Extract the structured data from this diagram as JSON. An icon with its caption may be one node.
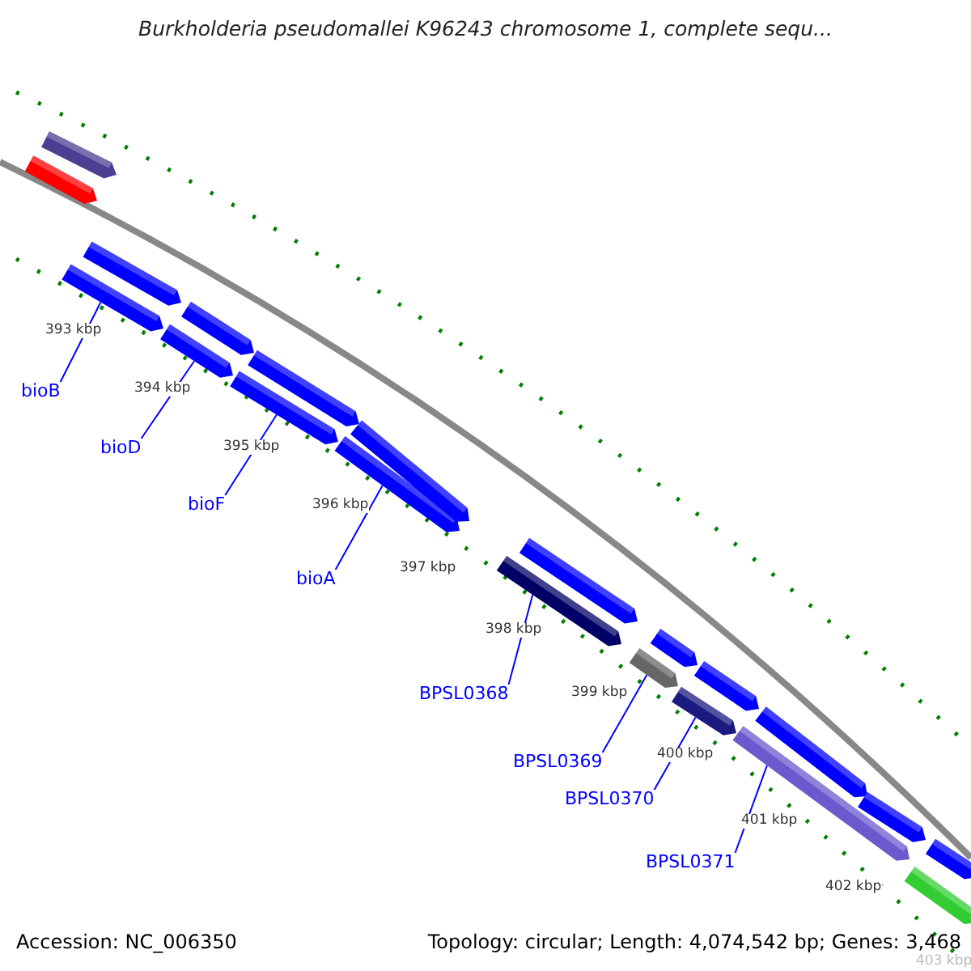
{
  "diagram": {
    "title": "Burkholderia pseudomallei K96243 chromosome 1, complete sequ...",
    "nodes": [
      {
        "text": [
          "bioB"
        ]
      },
      {
        "text": [
          "bioD"
        ]
      },
      {
        "text": [
          "bioF"
        ]
      },
      {
        "text": [
          "bioA"
        ]
      },
      {
        "text": [
          "BPSL0368"
        ]
      },
      {
        "text": [
          "BPSL0369"
        ]
      },
      {
        "text": [
          "BPSL0370"
        ]
      },
      {
        "text": [
          "BPSL0371"
        ]
      },
      {
        "text": [],
        "shape": "bar"
      },
      {
        "text": [],
        "shape": "bar"
      },
      {
        "text": [],
        "shape": "bar"
      },
      {
        "text": [],
        "shape": "bar"
      },
      {
        "text": [],
        "shape": "bar"
      },
      {
        "text": [],
        "shape": "bar"
      },
      {
        "text": [],
        "shape": "bar"
      },
      {
        "text": [],
        "shape": "bar"
      },
      {
        "text": [],
        "shape": "bar"
      },
      {
        "text": [],
        "shape": "bar"
      },
      {
        "text": [],
        "shape": "bar"
      },
      {
        "text": [],
        "shape": "bar"
      },
      {
        "text": [],
        "shape": "bar"
      },
      {
        "text": [],
        "shape": "bar"
      },
      {
        "text": [],
        "shape": "bar"
      },
      {
        "text": [],
        "shape": "bar"
      },
      {
        "text": [],
        "shape": "bar"
      },
      {
        "text": [],
        "shape": "bar"
      },
      {
        "text": [],
        "shape": "bar"
      },
      {
        "text": [],
        "shape": "bar"
      },
      {
        "text": [],
        "shape": "bar"
      }
    ],
    "edges": [
      {
        "from": 0,
        "to": 8,
        "arrow": "none"
      },
      {
        "from": 1,
        "to": 9,
        "arrow": "none"
      },
      {
        "from": 2,
        "to": 10,
        "arrow": "none"
      },
      {
        "from": 3,
        "to": 11,
        "arrow": "none"
      },
      {
        "from": 4,
        "to": 12,
        "arrow": "none"
      },
      {
        "from": 5,
        "to": 13,
        "arrow": "none"
      },
      {
        "from": 6,
        "to": 14,
        "arrow": "none"
      },
      {
        "from": 7,
        "to": 15,
        "arrow": "none"
      }
    ],
    "labels": [
      "393 kbp",
      "394 kbp",
      "395 kbp",
      "396 kbp",
      "397 kbp",
      "398 kbp",
      "399 kbp",
      "400 kbp",
      "401 kbp",
      "402 kbp",
      "403 kbp",
      "Accession: NC_006350",
      "Topology: circular; Length: 4,074,542 bp; Genes: 3,468"
    ]
  }
}
